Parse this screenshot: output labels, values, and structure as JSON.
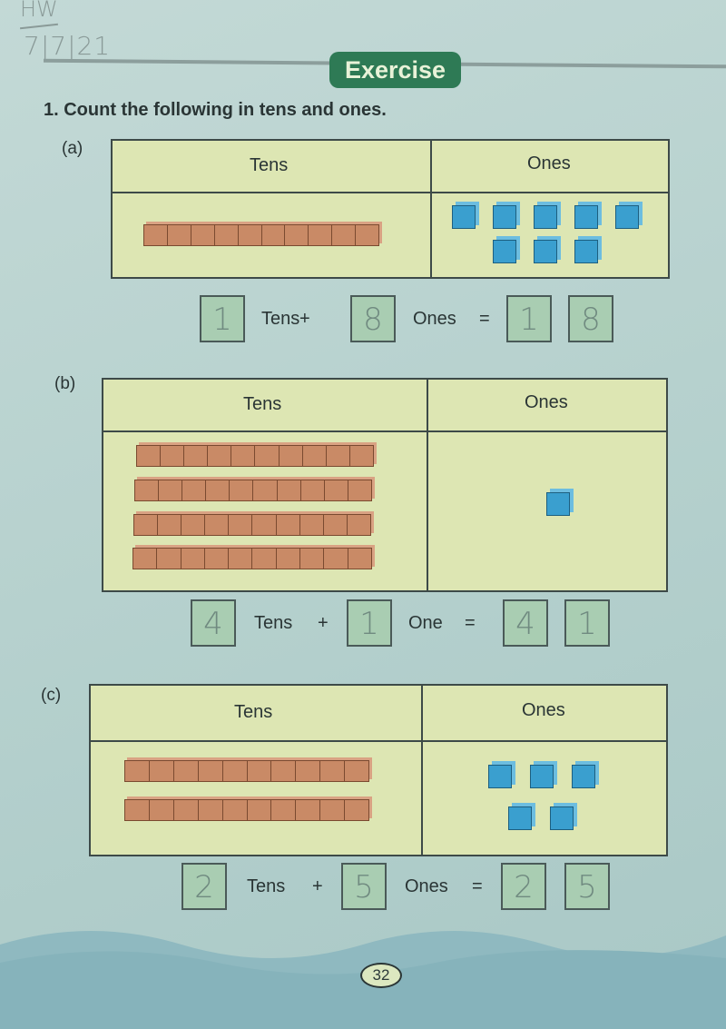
{
  "handwritten": {
    "label": "HW",
    "date": "7|7|21"
  },
  "header": {
    "badge": "Exercise"
  },
  "question": "1. Count the following in tens and ones.",
  "columns": {
    "tens": "Tens",
    "ones": "Ones"
  },
  "items": [
    {
      "label": "(a)",
      "rods": 1,
      "cubes": 8,
      "tens_answer": "1",
      "tens_word": "Tens",
      "plus": "+",
      "ones_answer": "8",
      "ones_word": "Ones",
      "equals": "=",
      "result_tens": "1",
      "result_ones": "8"
    },
    {
      "label": "(b)",
      "rods": 4,
      "cubes": 1,
      "tens_answer": "4",
      "tens_word": "Tens",
      "plus": "+",
      "ones_answer": "1",
      "ones_word": "One",
      "equals": "=",
      "result_tens": "4",
      "result_ones": "1"
    },
    {
      "label": "(c)",
      "rods": 2,
      "cubes": 5,
      "tens_answer": "2",
      "tens_word": "Tens",
      "plus": "+",
      "ones_answer": "5",
      "ones_word": "Ones",
      "equals": "=",
      "result_tens": "2",
      "result_ones": "5"
    }
  ],
  "page_number": "32",
  "colors": {
    "badge": "#2e7a55",
    "table": "#dde6b3",
    "rod": "#c98a66",
    "cube": "#3a9fcf",
    "page": "#b9d3cf"
  }
}
